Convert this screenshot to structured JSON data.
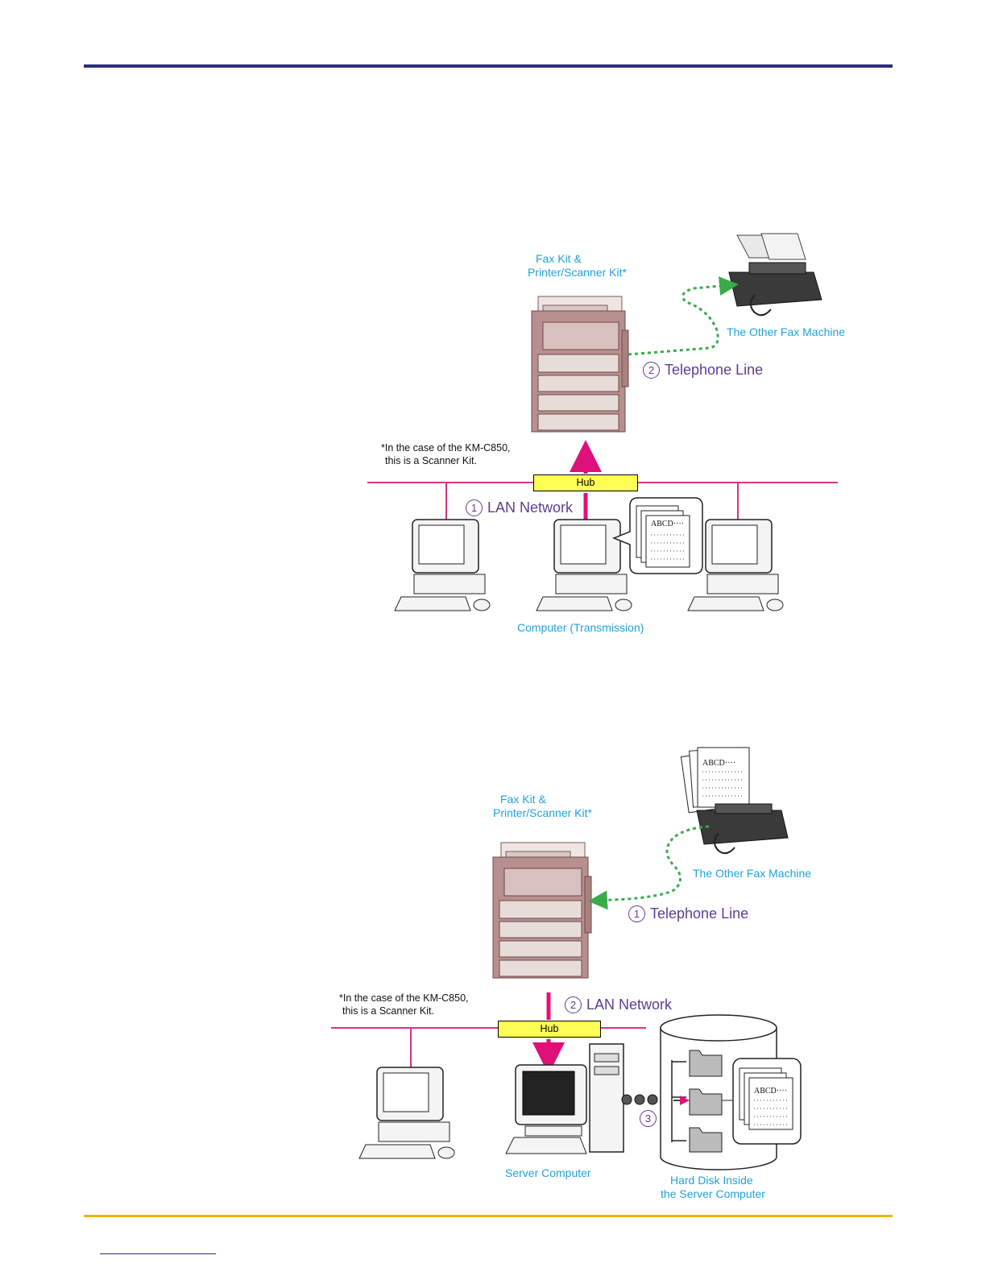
{
  "colors": {
    "top_rule": "#2a2f7a",
    "bottom_rule": "#f0b400",
    "lan": "#d6338a",
    "arrow": "#e0107a",
    "fax_line": "#3aab4a",
    "label_cyan": "#1ea3dc",
    "label_purple": "#5a3f8f",
    "hub": "#ffff55"
  },
  "diagram1": {
    "device_label_line1": "Fax Kit &",
    "device_label_line2": "Printer/Scanner Kit*",
    "other_fax": "The Other Fax Machine",
    "telephone_num": "2",
    "telephone_text": "Telephone Line",
    "note_line1": "*In the case of the KM-C850,",
    "note_line2": "this is a Scanner Kit.",
    "hub": "Hub",
    "lan_num": "1",
    "lan_text": "LAN Network",
    "doc_text": "ABCD····",
    "computer_label": "Computer (Transmission)"
  },
  "diagram2": {
    "device_label_line1": "Fax Kit &",
    "device_label_line2": "Printer/Scanner Kit*",
    "other_fax": "The Other Fax Machine",
    "telephone_num": "1",
    "telephone_text": "Telephone Line",
    "note_line1": "*In the case of the KM-C850,",
    "note_line2": "this is a Scanner Kit.",
    "lan_num": "2",
    "lan_text": "LAN Network",
    "hub": "Hub",
    "fax_doc_text": "ABCD····",
    "disk_doc_text": "ABCD····",
    "step3": "3",
    "server_label": "Server Computer",
    "disk_label_line1": "Hard Disk Inside",
    "disk_label_line2": "the Server Computer"
  }
}
